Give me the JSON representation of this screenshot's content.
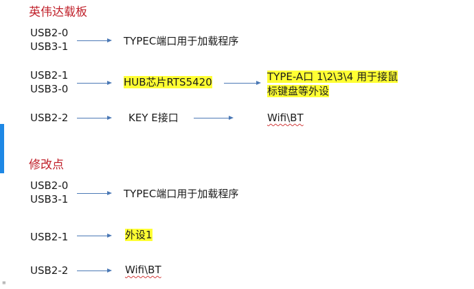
{
  "colors": {
    "heading": "#c0202a",
    "arrow": "#4a78b5",
    "highlight": "#ffff33",
    "side_bar": "#1e88e5",
    "squiggle": "#d23a3a"
  },
  "section1": {
    "title": "英伟达载板",
    "rows": [
      {
        "labels": [
          "USB2-0",
          "USB3-1"
        ],
        "target": "TYPEC端口用于加载程序"
      },
      {
        "labels": [
          "USB2-1",
          "USB3-0"
        ],
        "target": "HUB芯片RTS5420",
        "next_lines": [
          "TYPE-A口 1\\2\\3\\4 用于接鼠",
          "标键盘等外设"
        ]
      },
      {
        "labels": [
          "USB2-2"
        ],
        "target": "KEY E接口",
        "next": "Wifi\\BT"
      }
    ]
  },
  "section2": {
    "title": "修改点",
    "rows": [
      {
        "labels": [
          "USB2-0",
          "USB3-1"
        ],
        "target": "TYPEC端口用于加载程序"
      },
      {
        "labels": [
          "USB2-1"
        ],
        "target": "外设1"
      },
      {
        "labels": [
          "USB2-2"
        ],
        "target": "Wifi\\BT"
      }
    ]
  },
  "corner_mark": "≡"
}
